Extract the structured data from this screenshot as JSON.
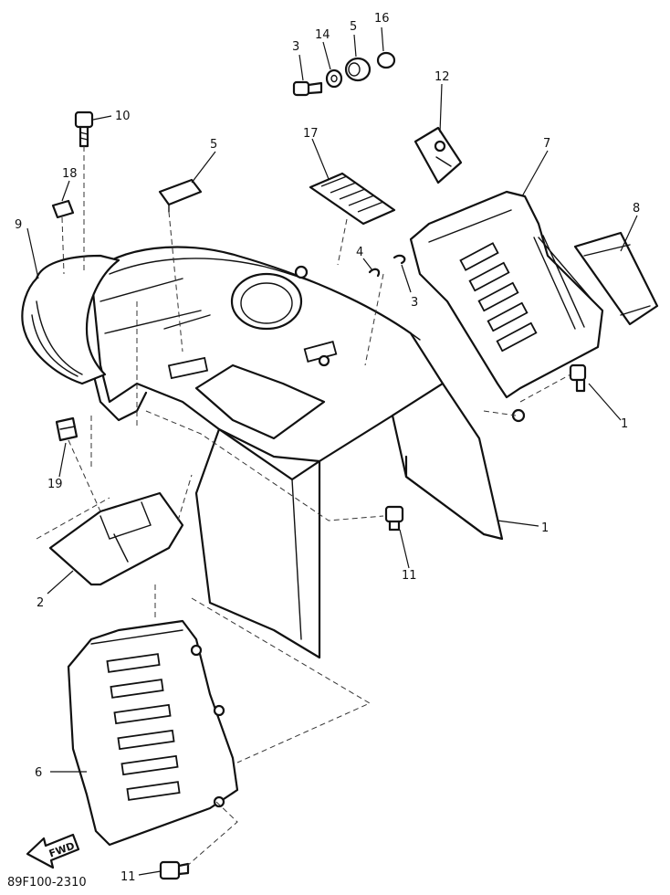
{
  "diagram_code": "89F100-2310",
  "fwd_label": "FWD",
  "callouts": {
    "c1": "1",
    "c2": "2",
    "c3": "3",
    "c4": "4",
    "c5": "5",
    "c6": "6",
    "c7": "7",
    "c8": "8",
    "c9": "9",
    "c10": "10",
    "c11": "11",
    "c12": "12",
    "c14": "14",
    "c16": "16",
    "c17": "17",
    "c18": "18",
    "c19": "19"
  }
}
